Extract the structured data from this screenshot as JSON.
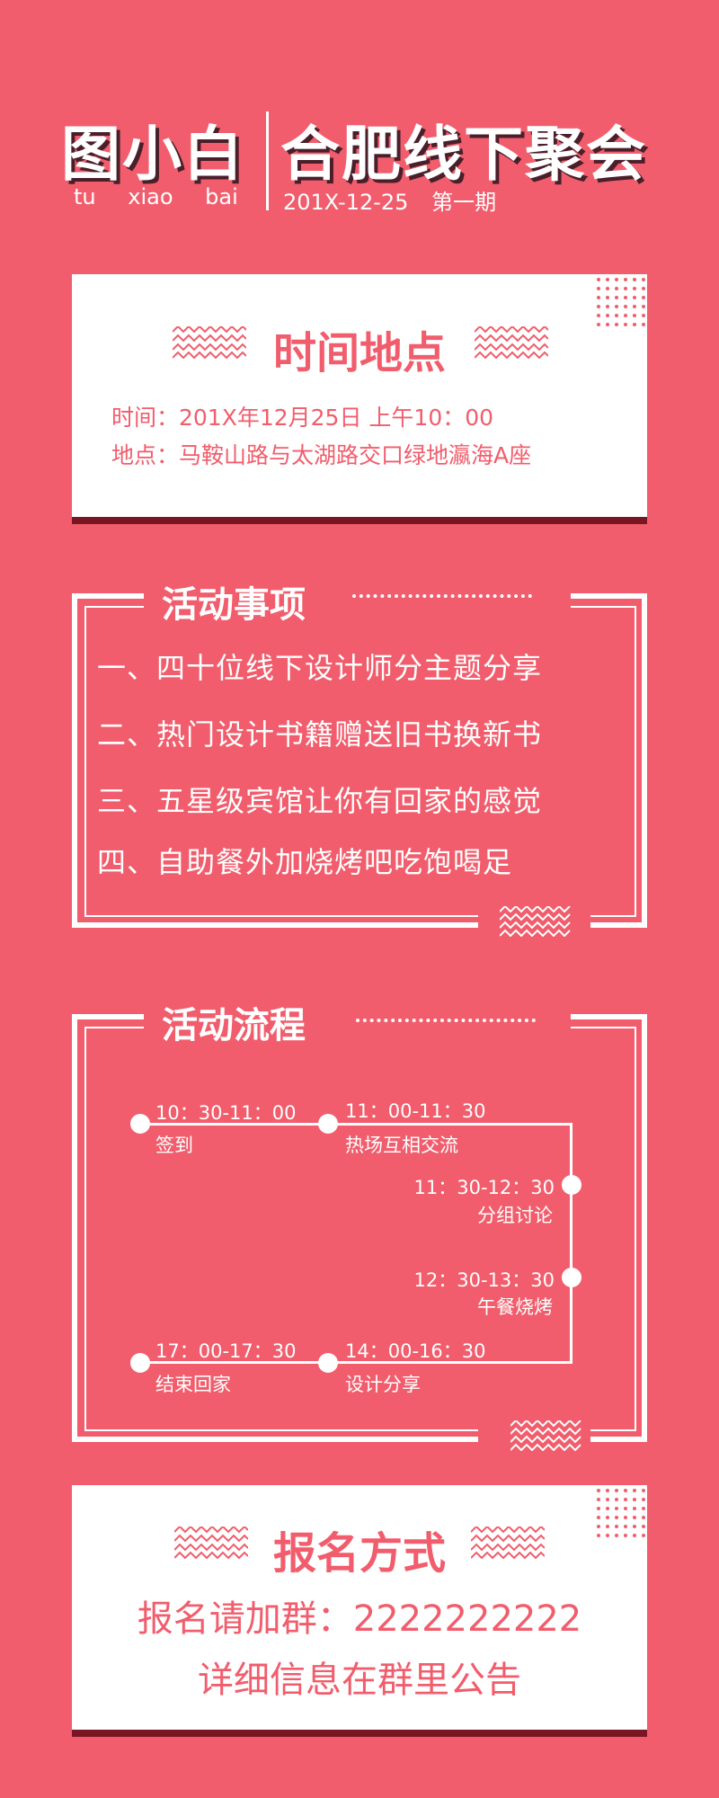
{
  "header": {
    "brand": "图小白",
    "pinyin": "tu xiao bai",
    "event_title": "合肥线下聚会",
    "subtitle": "201X-12-25 第一期"
  },
  "time_place": {
    "title": "时间地点",
    "time": "时间：201X年12月25日 上午10：00",
    "place": "地点：马鞍山路与太湖路交口绿地瀛海A座"
  },
  "activities": {
    "title": "活动事项",
    "items": [
      "一、四十位线下设计师分主题分享",
      "二、热门设计书籍赠送旧书换新书",
      "三、五星级宾馆让你有回家的感觉",
      "四、自助餐外加烧烤吧吃饱喝足"
    ]
  },
  "flow": {
    "title": "活动流程",
    "steps": [
      {
        "time": "10：30-11：00",
        "label": "签到"
      },
      {
        "time": "11：00-11：30",
        "label": "热场互相交流"
      },
      {
        "time": "11：30-12：30",
        "label": "分组讨论"
      },
      {
        "time": "12：30-13：30",
        "label": "午餐烧烤"
      },
      {
        "time": "14：00-16：30",
        "label": "设计分享"
      },
      {
        "time": "17：00-17：30",
        "label": "结束回家"
      }
    ]
  },
  "signup": {
    "title": "报名方式",
    "line1": "报名请加群：2222222222",
    "line2": "详细信息在群里公告"
  },
  "colors": {
    "background": "#f15d6c",
    "card": "#ffffff",
    "shadow": "#7a1622",
    "title_shadow": "#4a1f2a"
  }
}
